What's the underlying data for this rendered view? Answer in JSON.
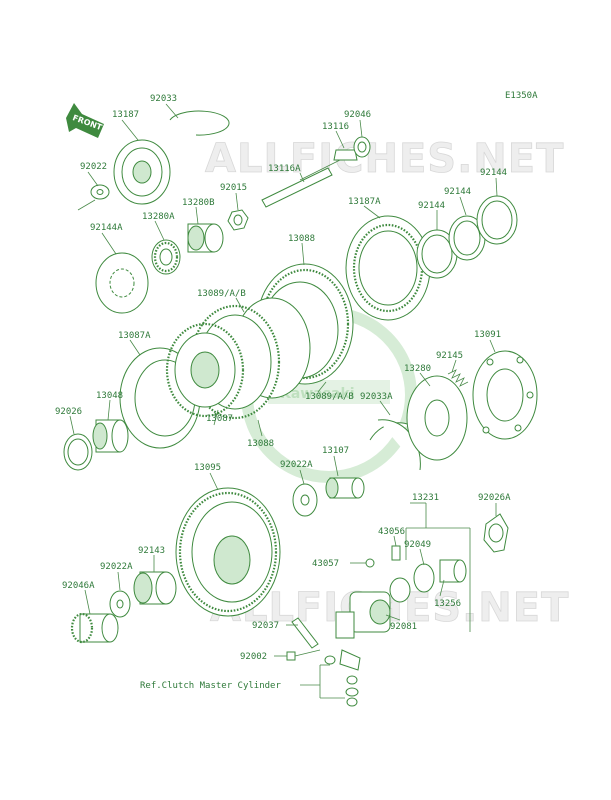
{
  "diagram": {
    "code": "E1350A",
    "direction_marker": "FRONT",
    "reference_note": "Ref.Clutch Master Cylinder",
    "watermark": "ALLFICHES.NET",
    "brand_logo": "Kawasaki",
    "colors": {
      "line": "#3f8a3f",
      "label": "#2f7a3a",
      "fill": "#cfe8cf",
      "watermark": "#d8d8d8"
    },
    "labels": [
      "92033",
      "13187",
      "92022",
      "92144A",
      "13280A",
      "13280B",
      "92015",
      "92046",
      "13116",
      "13116A",
      "13187A",
      "92144",
      "92144",
      "92144",
      "13088",
      "13089/A/B",
      "13087A",
      "13048",
      "92026",
      "13087",
      "13088",
      "13089/A/B",
      "92033A",
      "13091",
      "92145",
      "13280",
      "13107",
      "92022A",
      "13095",
      "13231",
      "92026A",
      "43056",
      "43057",
      "92049",
      "92143",
      "92022A",
      "92046A",
      "13256",
      "92081",
      "92037",
      "92002"
    ]
  }
}
